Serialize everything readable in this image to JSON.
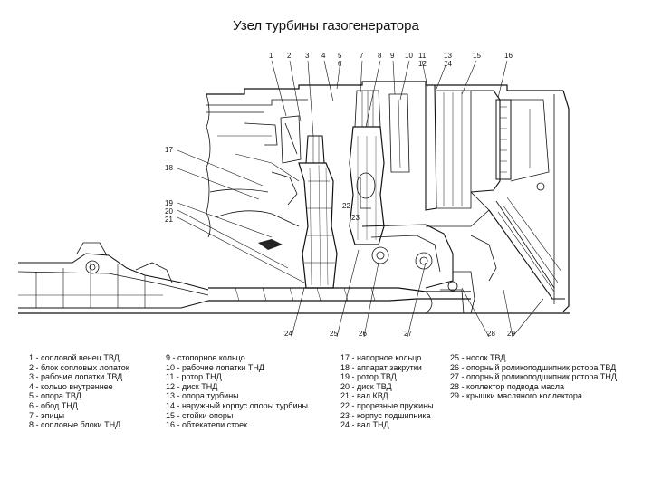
{
  "title": "Узел турбины газогенератора",
  "callouts": {
    "n1": "1",
    "n2": "2",
    "n3": "3",
    "n4": "4",
    "n5": "5",
    "n6": "6",
    "n7": "7",
    "n8": "8",
    "n9": "9",
    "n10": "10",
    "n11": "11",
    "n12": "12",
    "n13": "13",
    "n14": "14",
    "n15": "15",
    "n16": "16",
    "n17": "17",
    "n18": "18",
    "n19": "19",
    "n20": "20",
    "n21": "21",
    "n22": "22",
    "n23": "23",
    "n24": "24",
    "n25": "25",
    "n26": "26",
    "n27": "27",
    "n28": "28",
    "n29": "29"
  },
  "legend": {
    "col1": [
      "1 - сопловой венец ТВД",
      "2 - блок сопловых лопаток",
      "3 - рабочие лопатки ТВД",
      "4 - кольцо внутреннее",
      "5 - опора ТВД",
      "6 - обод ТНД",
      "7 - эпицы",
      "8 - сопловые блоки ТНД"
    ],
    "col2": [
      "9 - стопорное кольцо",
      "10 - рабочие лопатки ТНД",
      "11 - ротор ТНД",
      "12 - диск ТНД",
      "13 - опора турбины",
      "14 - наружный корпус опоры турбины",
      "15 - стойки опоры",
      "16 - обтекатели стоек"
    ],
    "col3": [
      "17 - напорное кольцо",
      "18 - аппарат закрутки",
      "19 - ротор ТВД",
      "20 - диск ТВД",
      "21 - вал КВД",
      "22 - прорезные пружины",
      "23 - корпус подшипника",
      "24 - вал ТНД"
    ],
    "col4": [
      "25 - носок ТВД",
      "26 - опорный роликоподшипник ротора ТВД",
      "27 - опорный роликоподшипник ротора ТНД",
      "28 - коллектор подвода масла",
      "29 - крышки масляного коллектора"
    ]
  }
}
